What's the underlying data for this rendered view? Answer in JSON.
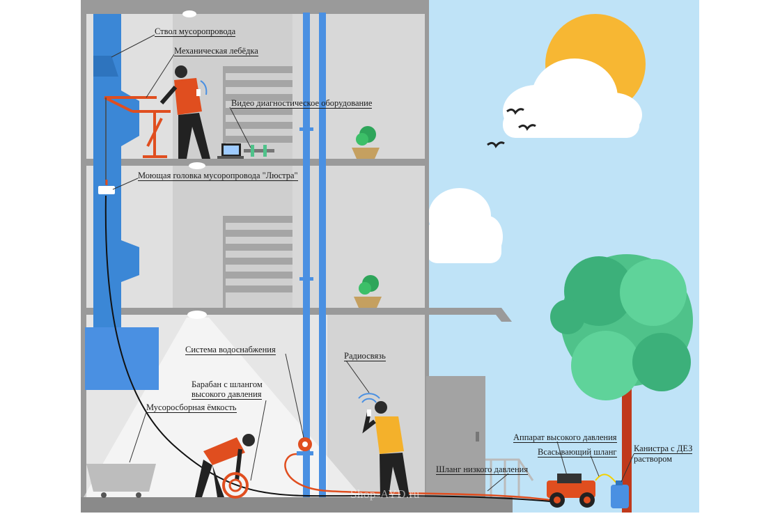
{
  "labels": {
    "chute": "Ствол мусоропровода",
    "winch": "Механическая лебёдка",
    "video": "Видео диагностическое оборудование",
    "head": "Моющая головка мусоропровода \"Люстра\"",
    "water": "Система водоснабжения",
    "drum_line1": "Барабан с шлангом",
    "drum_line2": "высокого давления",
    "bin": "Мусоросборная ёмкость",
    "radio": "Радиосвязь",
    "pressure_unit": "Аппарат высокого давления",
    "suction_hose": "Всасывающий шланг",
    "canister_line1": "Канистра с ДЕЗ",
    "canister_line2": "раствором",
    "low_hose": "Шланг низкого давления"
  },
  "watermark": "Shop-AYD.ru",
  "colors": {
    "sky": "#bfe3f7",
    "wall": "#9a9a9a",
    "floor_interior": "#d9d9d9",
    "chute_blue": "#3b87d6",
    "pipe_blue": "#4a90e2",
    "worker_orange": "#e04e1f",
    "worker_yellow": "#f4b12b",
    "sun": "#f7b733",
    "tree_green": "#4fc28a",
    "trunk": "#c0391b"
  }
}
